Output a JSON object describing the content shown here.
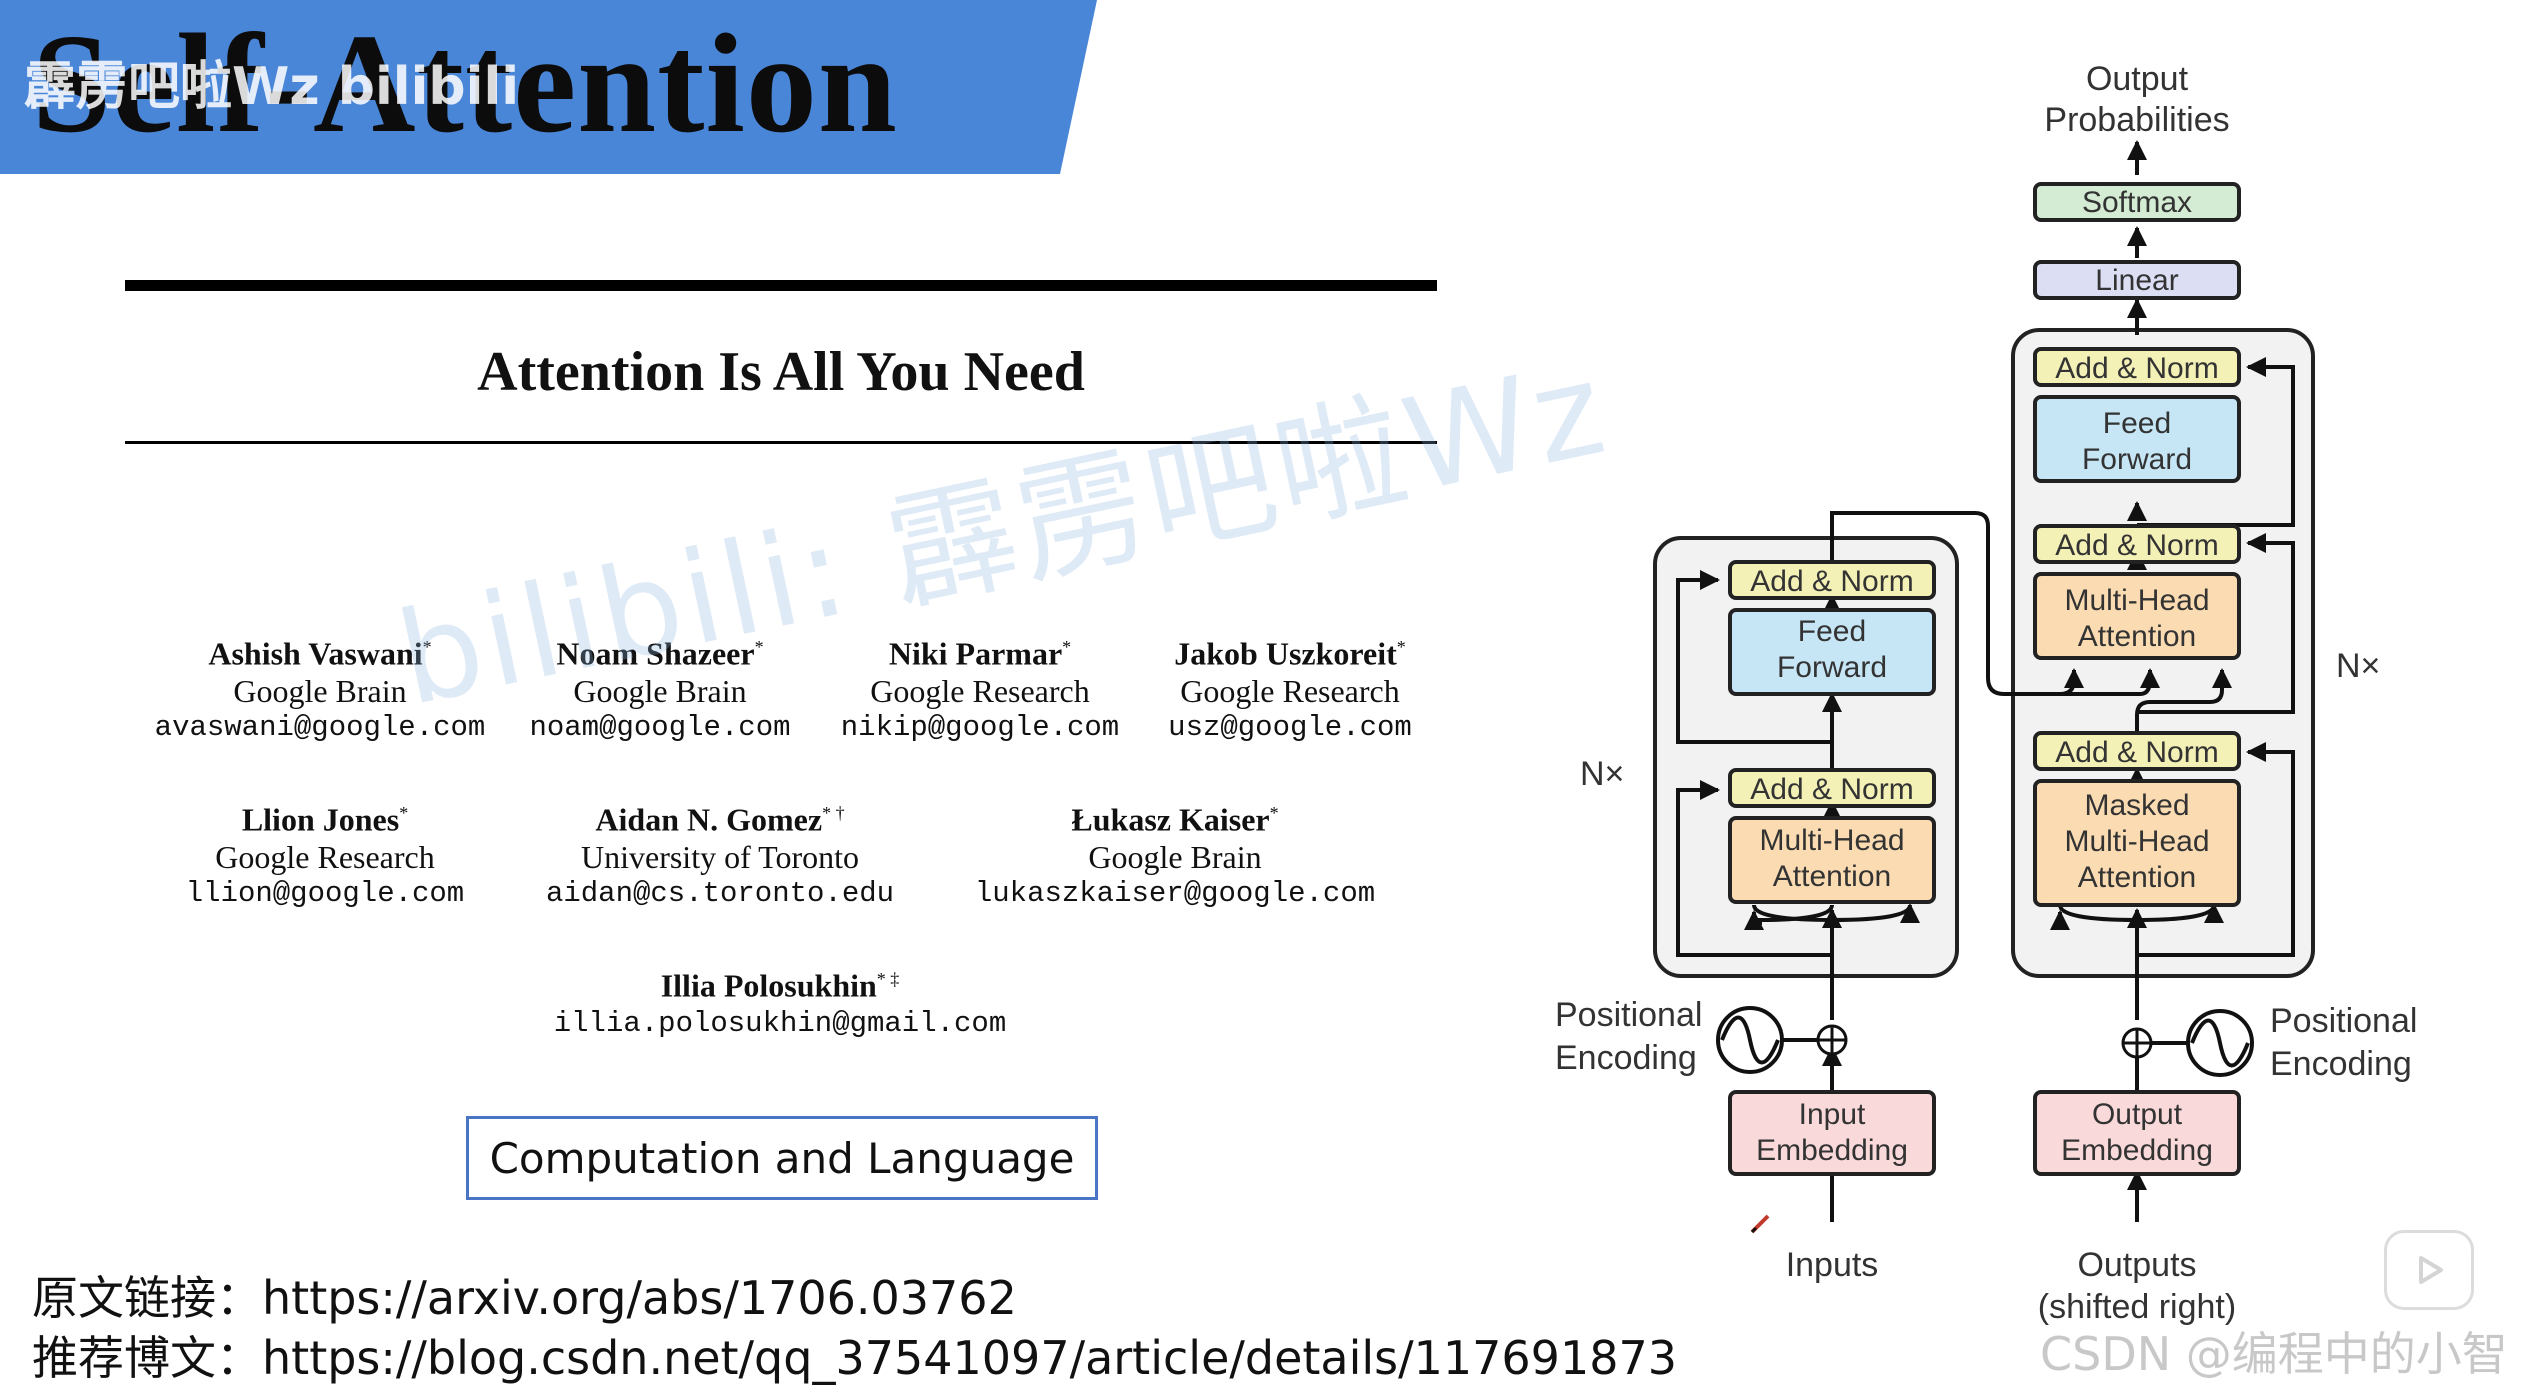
{
  "banner": {
    "title": "Self-Attention",
    "watermark": "霹雳吧啦Wz bilibili",
    "color": "#4a86d8"
  },
  "paper": {
    "title": "Attention Is All You Need",
    "authors": [
      {
        "name": "Ashish Vaswani",
        "mark": "*",
        "affiliation": "Google Brain",
        "email": "avaswani@google.com"
      },
      {
        "name": "Noam Shazeer",
        "mark": "*",
        "affiliation": "Google Brain",
        "email": "noam@google.com"
      },
      {
        "name": "Niki Parmar",
        "mark": "*",
        "affiliation": "Google Research",
        "email": "nikip@google.com"
      },
      {
        "name": "Jakob Uszkoreit",
        "mark": "*",
        "affiliation": "Google Research",
        "email": "usz@google.com"
      },
      {
        "name": "Llion Jones",
        "mark": "*",
        "affiliation": "Google Research",
        "email": "llion@google.com"
      },
      {
        "name": "Aidan N. Gomez",
        "mark": "* †",
        "affiliation": "University of Toronto",
        "email": "aidan@cs.toronto.edu"
      },
      {
        "name": "Łukasz Kaiser",
        "mark": "*",
        "affiliation": "Google Brain",
        "email": "lukaszkaiser@google.com"
      },
      {
        "name": "Illia Polosukhin",
        "mark": "* ‡",
        "affiliation": "",
        "email": "illia.polosukhin@gmail.com"
      }
    ],
    "category": "Computation and Language"
  },
  "links": {
    "original_label": "原文链接：",
    "original_url": "https://arxiv.org/abs/1706.03762",
    "blog_label": "推荐博文：",
    "blog_url": "https://blog.csdn.net/qq_37541097/article/details/117691873"
  },
  "watermark_diag": "bilibili: 霹雳吧啦Wz",
  "footer": {
    "csdn": "CSDN @编程中的小智",
    "play_icon": "play-icon"
  },
  "diagram": {
    "output_probs_line1": "Output",
    "output_probs_line2": "Probabilities",
    "softmax": "Softmax",
    "linear": "Linear",
    "add_norm": "Add & Norm",
    "feed_forward_1": "Feed",
    "feed_forward_2": "Forward",
    "mha_1": "Multi-Head",
    "mha_2": "Attention",
    "masked_1": "Masked",
    "masked_2": "Multi-Head",
    "masked_3": "Attention",
    "nx": "N×",
    "pos_enc_1": "Positional",
    "pos_enc_2": "Encoding",
    "input_emb_1": "Input",
    "input_emb_2": "Embedding",
    "output_emb_1": "Output",
    "output_emb_2": "Embedding",
    "inputs": "Inputs",
    "outputs_1": "Outputs",
    "outputs_2": "(shifted right)",
    "colors": {
      "add_norm": "#f4f1b6",
      "feed_forward": "#c6e6f6",
      "attention": "#fbdcb2",
      "embedding": "#f9d9d9",
      "softmax": "#d3ecd3",
      "linear": "#dcdff4",
      "block_bg": "#f2f2f2"
    }
  }
}
